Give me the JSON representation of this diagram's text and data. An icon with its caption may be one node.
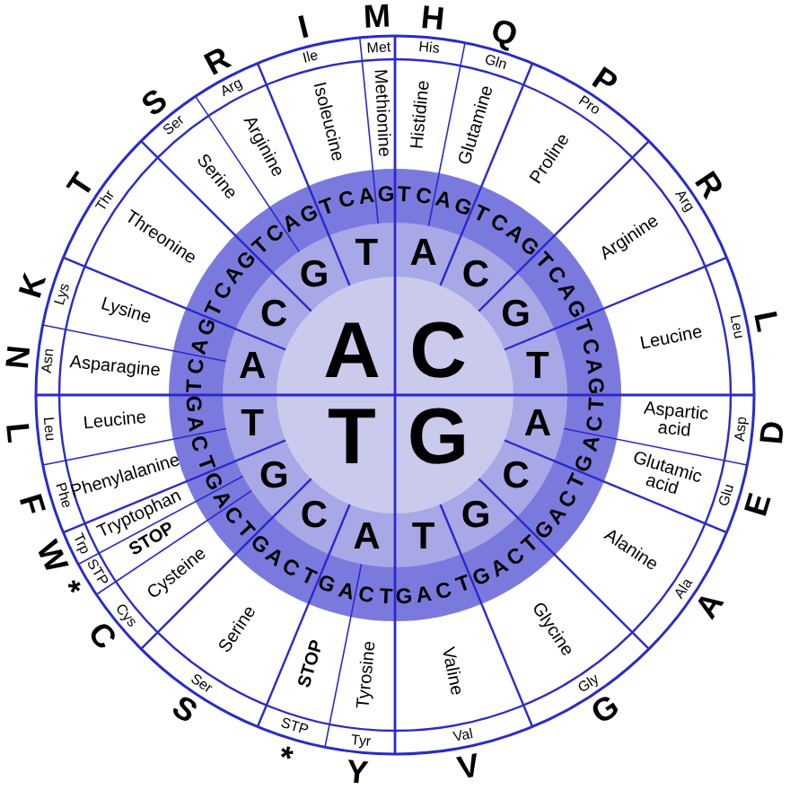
{
  "diagram": {
    "labels": [
      "C",
      "G",
      "T",
      "A",
      "A",
      "C",
      "G",
      "T",
      "A",
      "C",
      "G",
      "T",
      "A",
      "C",
      "G",
      "T",
      "A",
      "C",
      "G",
      "T",
      "T",
      "C",
      "A",
      "G",
      "T",
      "C",
      "A",
      "G",
      "T",
      "C",
      "A",
      "G",
      "T",
      "C",
      "A",
      "G",
      "T",
      "C",
      "A",
      "G",
      "T",
      "C",
      "A",
      "G",
      "T",
      "C",
      "A",
      "G",
      "T",
      "C",
      "A",
      "G",
      "T",
      "C",
      "A",
      "G",
      "T",
      "C",
      "A",
      "G",
      "T",
      "C",
      "A",
      "G",
      "T",
      "C",
      "A",
      "G",
      "T",
      "C",
      "A",
      "G",
      "T",
      "C",
      "A",
      "G",
      "T",
      "C",
      "A",
      "G",
      "T",
      "C",
      "A",
      "G",
      "Histidine",
      "Glutamine",
      "Proline",
      "Arginine",
      "Leucine",
      "Aspartic acid",
      "Glutamic acid",
      "Alanine",
      "Glycine",
      "Valine",
      "Tyrosine",
      "STOP",
      "Serine",
      "Cysteine",
      "STOP",
      "Tryptophan",
      "Phenylalanine",
      "Leucine",
      "Asparagine",
      "Lysine",
      "Threonine",
      "Serine",
      "Arginine",
      "Isoleucine",
      "Methionine",
      "His",
      "Gln",
      "Pro",
      "Arg",
      "Leu",
      "Asp",
      "Glu",
      "Ala",
      "Gly",
      "Val",
      "Tyr",
      "STP",
      "Ser",
      "Cys",
      "STP",
      "Trp",
      "Phe",
      "Leu",
      "Asn",
      "Lys",
      "Thr",
      "Ser",
      "Arg",
      "Ile",
      "Met",
      "H",
      "Q",
      "P",
      "R",
      "L",
      "D",
      "E",
      "A",
      "G",
      "V",
      "Y",
      "*",
      "S",
      "C",
      "*",
      "W",
      "F",
      "L",
      "N",
      "K",
      "T",
      "S",
      "R",
      "I",
      "M"
    ]
  }
}
